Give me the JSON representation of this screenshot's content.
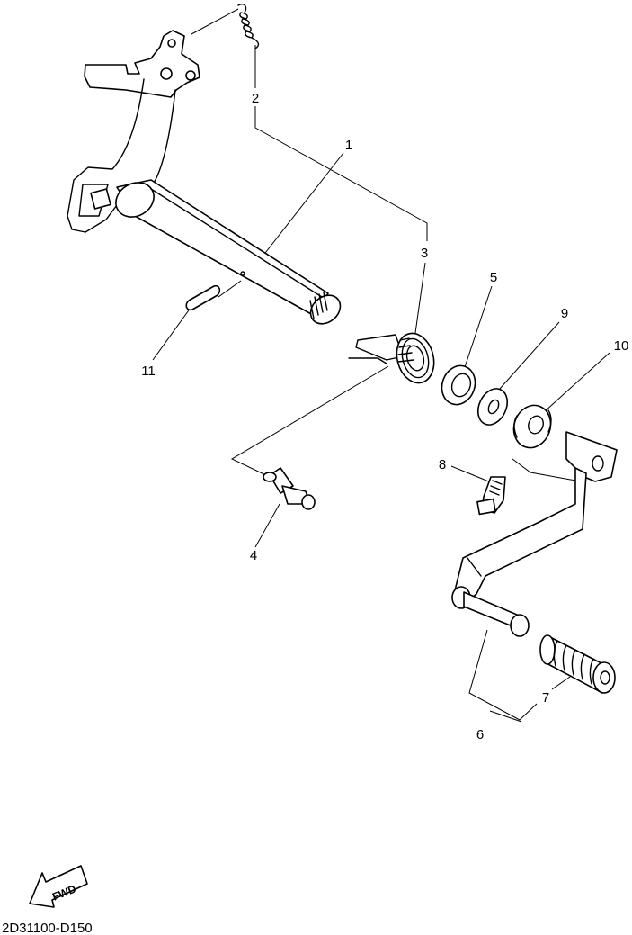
{
  "diagram": {
    "callouts": [
      {
        "id": "1",
        "label": "1"
      },
      {
        "id": "2",
        "label": "2"
      },
      {
        "id": "3",
        "label": "3"
      },
      {
        "id": "4",
        "label": "4"
      },
      {
        "id": "5",
        "label": "5"
      },
      {
        "id": "6",
        "label": "6"
      },
      {
        "id": "7",
        "label": "7"
      },
      {
        "id": "8",
        "label": "8"
      },
      {
        "id": "9",
        "label": "9"
      },
      {
        "id": "10",
        "label": "10"
      },
      {
        "id": "11",
        "label": "11"
      }
    ],
    "direction_arrow": "FWD",
    "drawing_code": "2D31100-D150"
  }
}
